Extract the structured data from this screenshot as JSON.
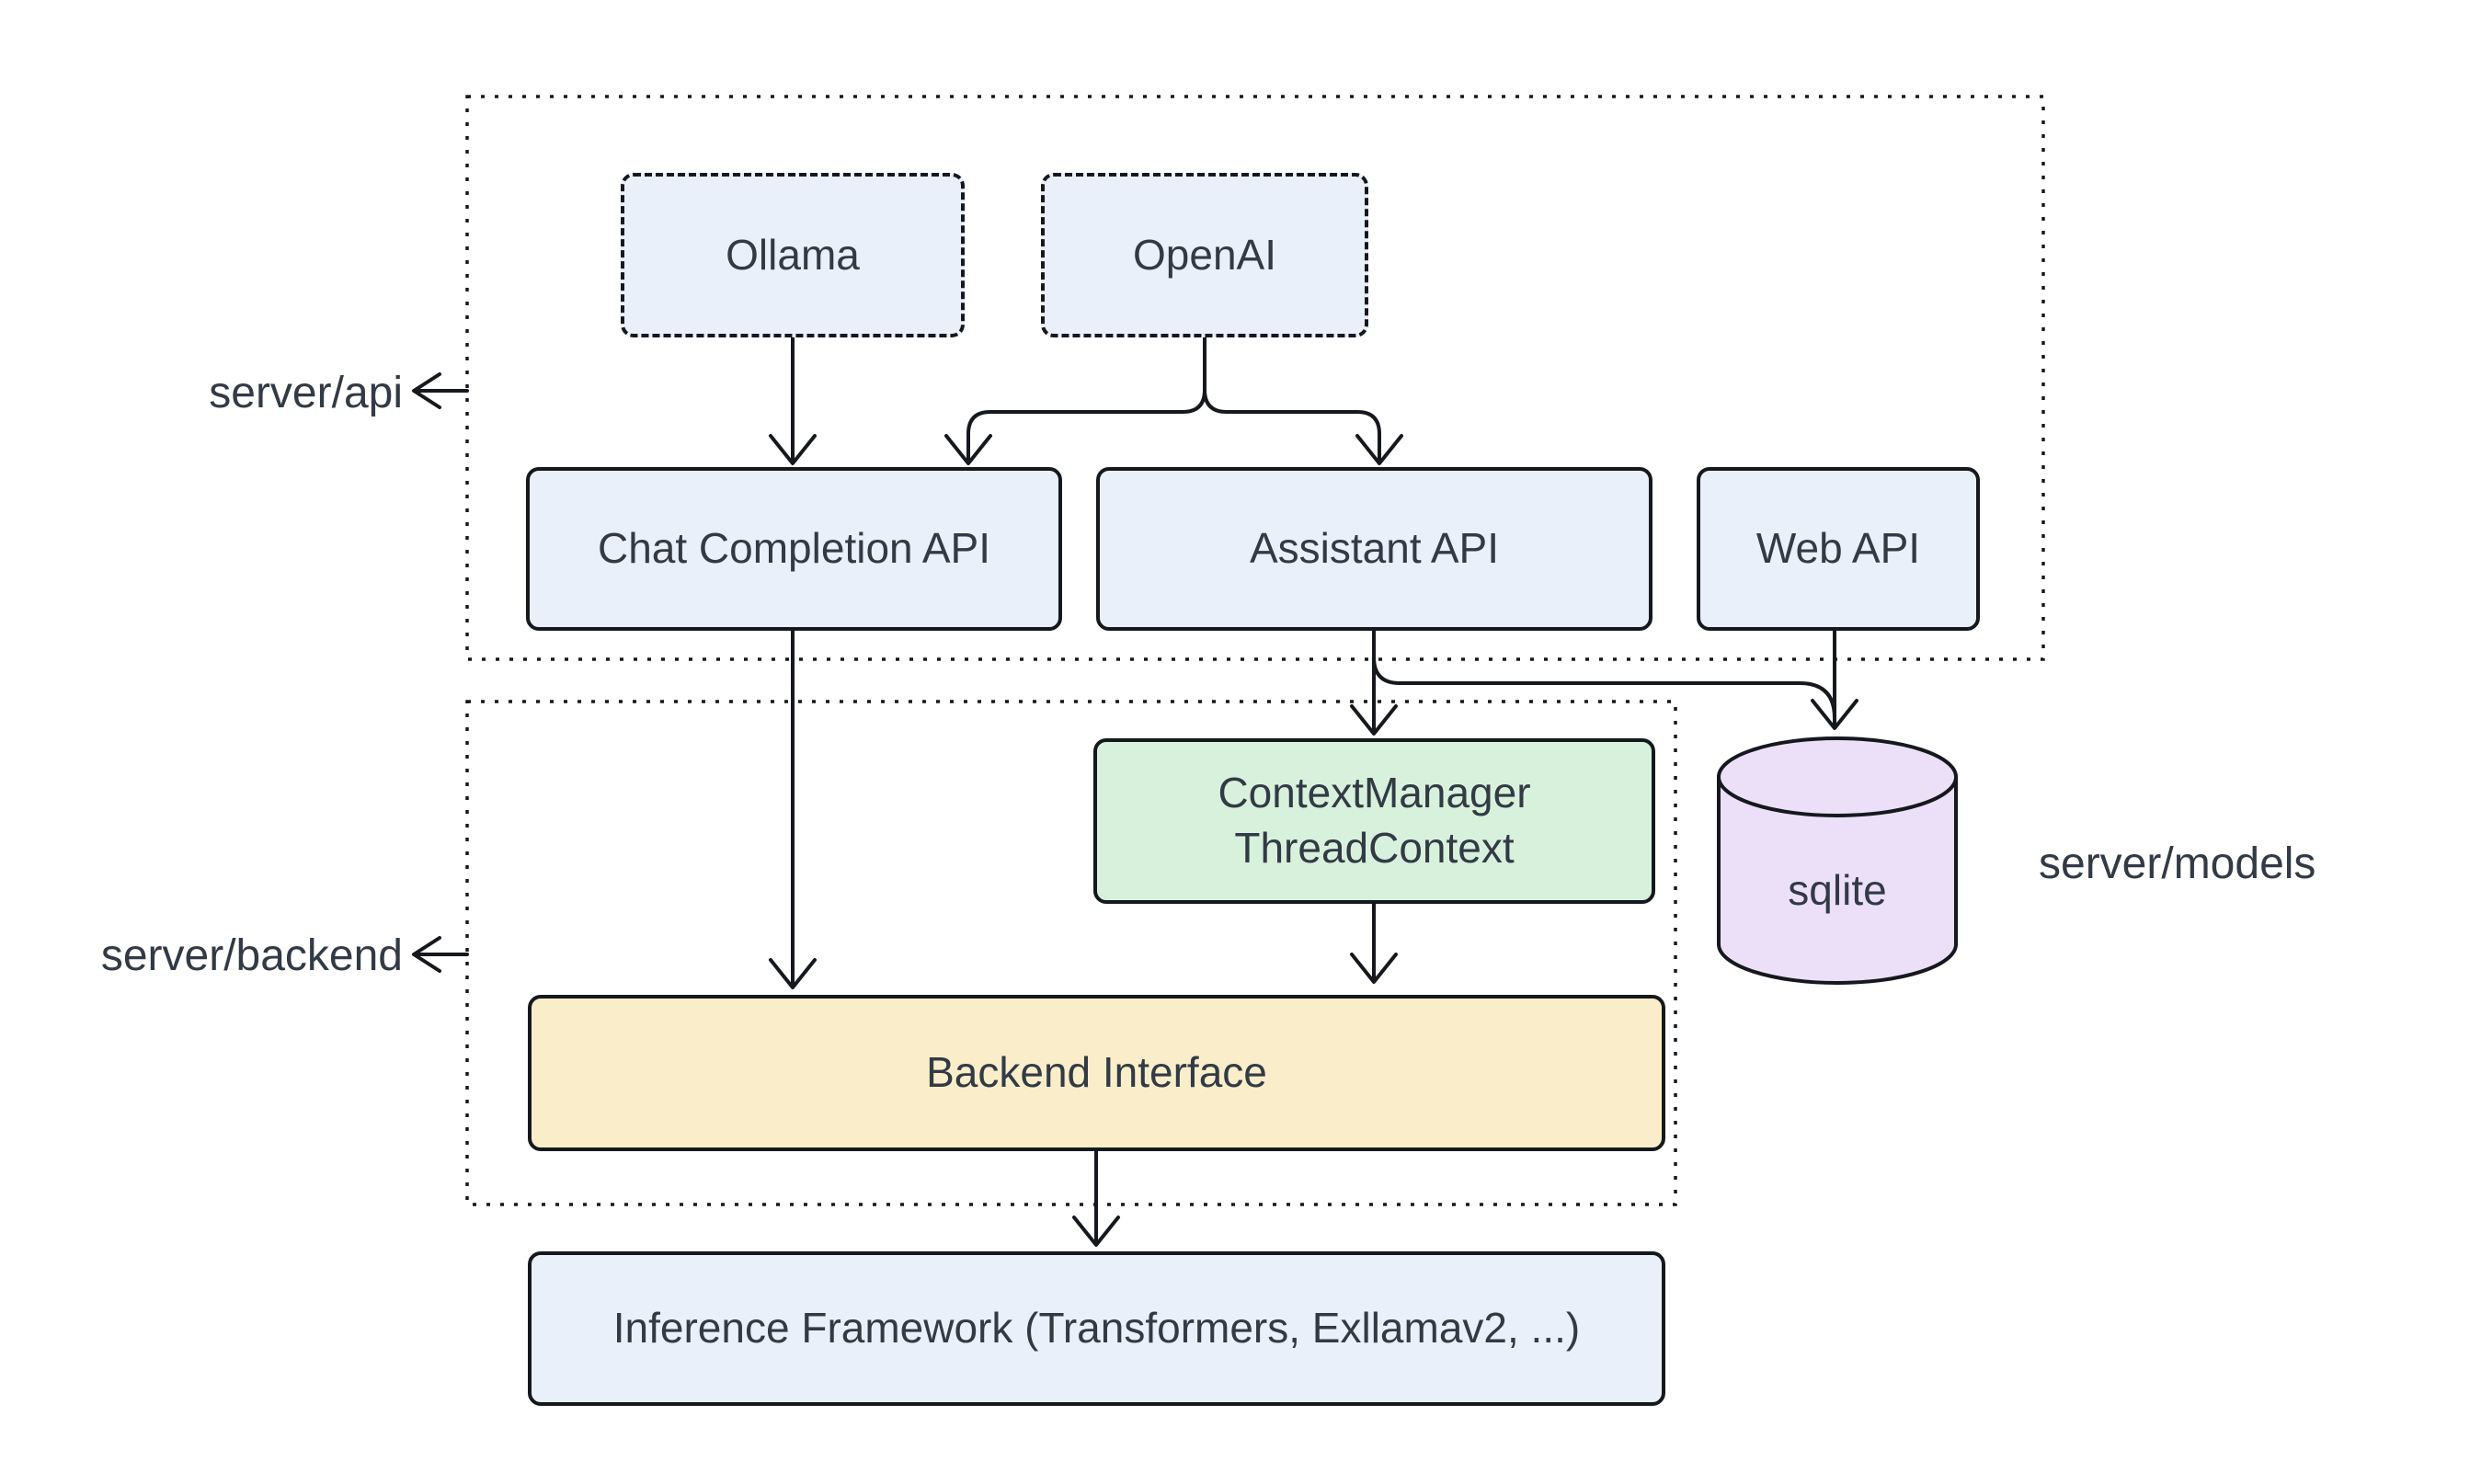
{
  "diagram": {
    "type": "architecture-flowchart",
    "background": "#ffffff",
    "colors": {
      "node_blue_fill": "#eaf0fa",
      "node_green_fill": "#d8f1dc",
      "node_yellow_fill": "#faeeca",
      "cylinder_purple_fill": "#ece0f8",
      "stroke": "#15181d",
      "text": "#323a45"
    },
    "containers": [
      {
        "id": "server-api",
        "label": "server/api",
        "border": "dotted"
      },
      {
        "id": "server-backend",
        "label": "server/backend",
        "border": "dotted"
      }
    ],
    "external_labels": {
      "api": "server/api",
      "backend": "server/backend",
      "models": "server/models"
    },
    "nodes": {
      "ollama": {
        "label": "Ollama",
        "style": "dashed-blue"
      },
      "openai": {
        "label": "OpenAI",
        "style": "dashed-blue"
      },
      "chat_completion": {
        "label": "Chat Completion API",
        "style": "solid-blue"
      },
      "assistant": {
        "label": "Assistant API",
        "style": "solid-blue"
      },
      "web_api": {
        "label": "Web API",
        "style": "solid-blue"
      },
      "context_manager": {
        "line1": "ContextManager",
        "line2": "ThreadContext",
        "style": "solid-green"
      },
      "backend_interface": {
        "label": "Backend Interface",
        "style": "solid-yellow"
      },
      "inference": {
        "label": "Inference Framework (Transformers, Exllamav2, ...)",
        "style": "solid-blue"
      },
      "sqlite": {
        "label": "sqlite",
        "shape": "database-cylinder",
        "style": "purple"
      }
    },
    "edges": [
      {
        "from": "Ollama",
        "to": "Chat Completion API"
      },
      {
        "from": "OpenAI",
        "to": "Chat Completion API"
      },
      {
        "from": "OpenAI",
        "to": "Assistant API"
      },
      {
        "from": "Chat Completion API",
        "to": "Backend Interface"
      },
      {
        "from": "Assistant API",
        "to": "ContextManager ThreadContext"
      },
      {
        "from": "Assistant API",
        "to": "sqlite"
      },
      {
        "from": "Web API",
        "to": "sqlite"
      },
      {
        "from": "ContextManager ThreadContext",
        "to": "Backend Interface"
      },
      {
        "from": "Backend Interface",
        "to": "Inference Framework (Transformers, Exllamav2, ...)"
      }
    ]
  }
}
